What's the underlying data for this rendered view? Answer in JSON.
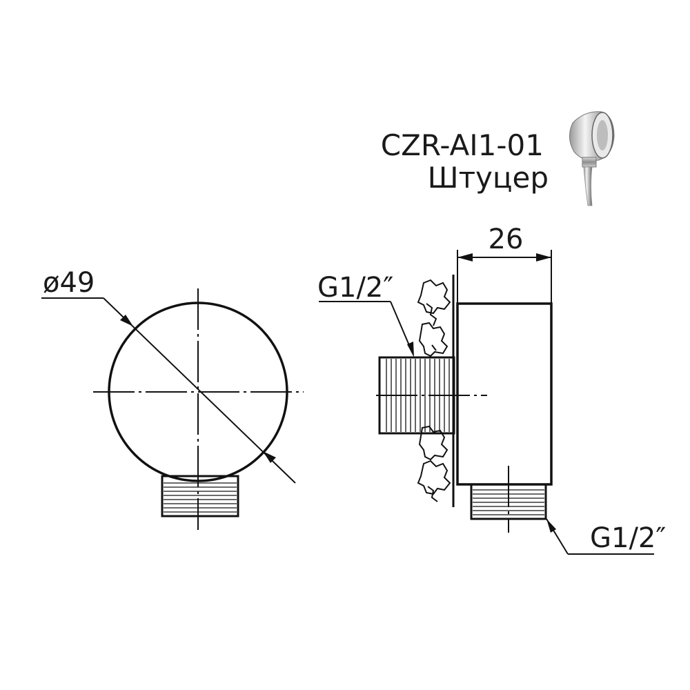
{
  "product": {
    "code": "CZR-AI1-01",
    "name": "Штуцер"
  },
  "front_view": {
    "diameter_label": "ø49"
  },
  "side_view": {
    "length_label": "26",
    "inlet_thread_label": "G1/2″",
    "outlet_thread_label": "G1/2″"
  },
  "colors": {
    "line": "#111111",
    "chrome_dark": "#555555",
    "chrome_light": "#e8e8e8"
  }
}
